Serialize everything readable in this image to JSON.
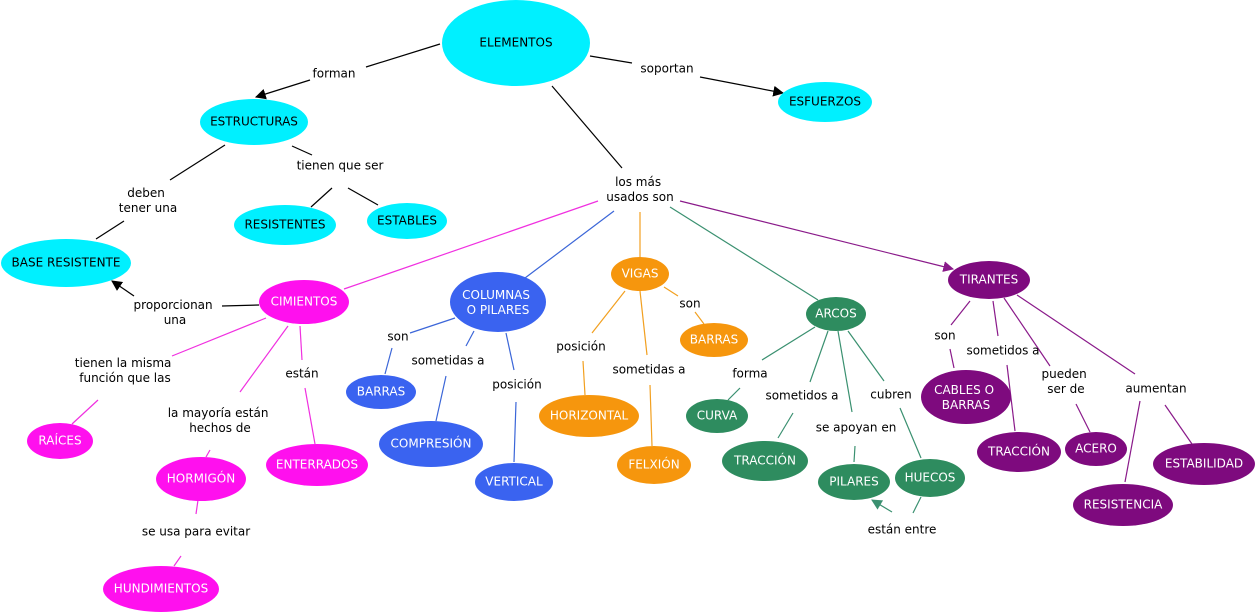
{
  "colors": {
    "cyan": "#00f0ff",
    "magenta": "#ff10ee",
    "blue": "#3a63f0",
    "orange": "#f6960d",
    "green": "#2e8c5f",
    "purple": "#7e0a7e",
    "black_line": "#000000",
    "magenta_line": "#f030e0",
    "blue_line": "#3b66d8",
    "orange_line": "#f2a020",
    "green_line": "#3a9070",
    "purple_line": "#8a1a8a"
  },
  "concepts": {
    "elementos": "ELEMENTOS",
    "estructuras": "ESTRUCTURAS",
    "esfuerzos": "ESFUERZOS",
    "resistentes": "RESISTENTES",
    "estables": "ESTABLES",
    "base_resistente": "BASE RESISTENTE",
    "cimientos": "CIMIENTOS",
    "columnas": [
      "COLUMNAS",
      "O PILARES"
    ],
    "vigas": "VIGAS",
    "arcos": "ARCOS",
    "tirantes": "TIRANTES",
    "raices": "RAÍCES",
    "hormigon": "HORMIGÓN",
    "enterrados": "ENTERRADOS",
    "hundimientos": "HUNDIMIENTOS",
    "barras_col": "BARRAS",
    "compresion": "COMPRESIÓN",
    "vertical": "VERTICAL",
    "horizontal": "HORIZONTAL",
    "felxion": "FELXIÓN",
    "barras_vigas": "BARRAS",
    "curva": "CURVA",
    "traccion_arcos": "TRACCIÓN",
    "pilares": "PILARES",
    "huecos": "HUECOS",
    "cables": [
      "CABLES O",
      "BARRAS"
    ],
    "traccion_tir": "TRACCIÓN",
    "acero": "ACERO",
    "estabilidad": "ESTABILIDAD",
    "resistencia": "RESISTENCIA"
  },
  "links": {
    "forman": "forman",
    "soportan": "soportan",
    "tienen_que_ser": "tienen que ser",
    "deben": [
      "deben",
      "tener una"
    ],
    "los_mas": [
      "los más",
      "usados son"
    ],
    "proporcionan": [
      "proporcionan",
      "una"
    ],
    "tienen_misma": [
      "tienen la misma",
      "función que las"
    ],
    "mayoria": [
      "la mayoría están",
      "hechos de"
    ],
    "estan": "están",
    "se_usa": "se usa para evitar",
    "son_col": "son",
    "sometidas_col": "sometidas a",
    "posicion_col": "posición",
    "posicion_vigas": "posición",
    "sometidas_vigas": "sometidas a",
    "son_vigas": "son",
    "forma": "forma",
    "sometidos_arcos": "sometidos a",
    "se_apoyan": "se apoyan en",
    "cubren": "cubren",
    "estan_entre": "están entre",
    "son_tir": "son",
    "sometidos_tir": "sometidos a",
    "pueden": [
      "pueden",
      "ser de"
    ],
    "aumentan": "aumentan"
  }
}
